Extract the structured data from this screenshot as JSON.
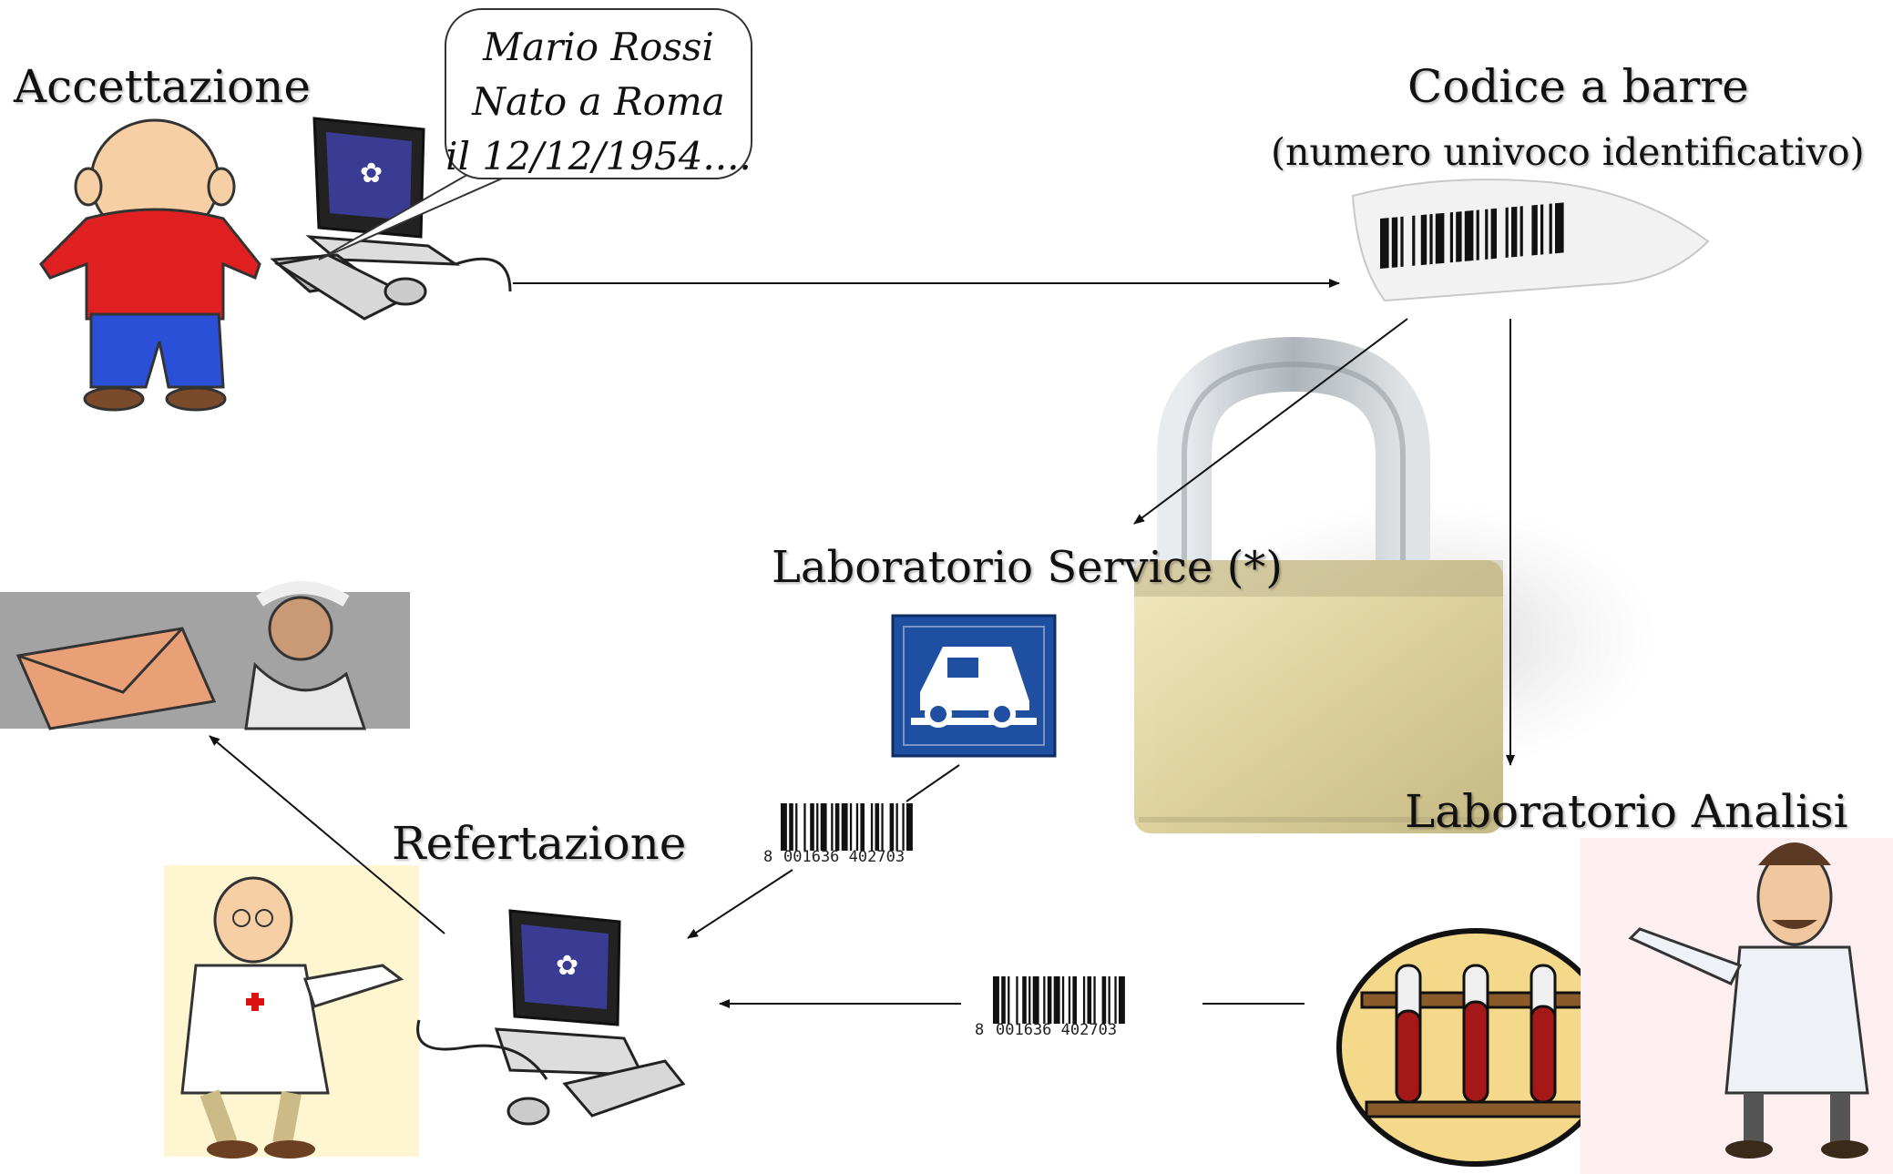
{
  "labels": {
    "accettazione": "Accettazione",
    "codice_title": "Codice a barre",
    "codice_subtitle": "(numero univoco identificativo)",
    "lab_service": "Laboratorio Service (*)",
    "lab_analisi": "Laboratorio Analisi",
    "refertazione": "Refertazione"
  },
  "bubble": {
    "line1": "Mario Rossi",
    "line2": "Nato a Roma",
    "line3": "il 12/12/1954...."
  },
  "barcodes": {
    "service_lead": "8",
    "service_digits": "001636 402703",
    "analisi_lead": "8",
    "analisi_digits": "001636 402703"
  },
  "icons": [
    "patient-person-icon",
    "computer-icon",
    "barcode-label-icon",
    "padlock-icon",
    "ambulance-sign-icon",
    "lab-doctor-icon",
    "test-tubes-icon",
    "doctor-icon",
    "envelope-delivery-icon"
  ],
  "colors": {
    "arrow": "#111111",
    "ambulance_sign": "#1f4fa0",
    "padlock_body": "#d8c98a",
    "padlock_shackle": "#aab0b6"
  }
}
